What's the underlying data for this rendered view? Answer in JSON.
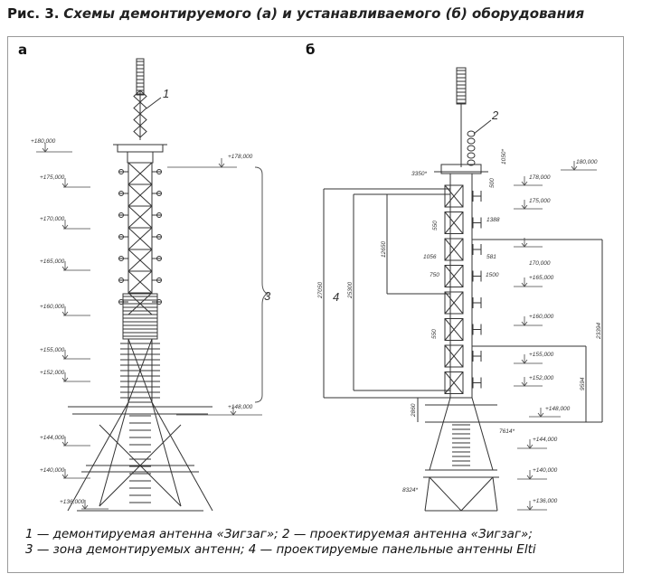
{
  "caption": {
    "number": "Рис. 3.",
    "title": "Схемы демонтируемого (а) и устанавливаемого (б) оборудования"
  },
  "panels": {
    "a": {
      "label": "а",
      "callouts": {
        "antenna": "1",
        "zone": "3"
      },
      "elevations": [
        "+180,000",
        "+175,000",
        "+170,000",
        "+165,000",
        "+160,000",
        "+155,000",
        "+152,000",
        "+144,000",
        "+140,000",
        "+136,000"
      ],
      "elevation_right_top": "+178,000",
      "elevation_right_bottom": "+148,000"
    },
    "b": {
      "label": "б",
      "callouts": {
        "antenna": "2",
        "panels": "4"
      },
      "elevations": [
        "180,000",
        "178,000",
        "175,000",
        "170,000",
        "+165,000",
        "+160,000",
        "+155,000",
        "+152,000",
        "+148,000",
        "+144,000",
        "+140,000",
        "+136,000"
      ],
      "dimensions": {
        "d27050": "27050",
        "d25300": "25300",
        "d12650": "12650",
        "d23394": "23394",
        "d9594": "9594",
        "d2860": "2860",
        "d3350": "3350*",
        "d1050": "1050*",
        "d500": "500",
        "d1388": "1388",
        "d550a": "550",
        "d1056": "1056",
        "d581": "581",
        "d750": "750",
        "d1500": "1500",
        "d550b": "550",
        "d7614": "7614*",
        "d8324": "8324*"
      }
    }
  },
  "legend": {
    "line1": "1 — демонтируемая антенна «Зигзаг»; 2 — проектируемая антенна «Зигзаг»;",
    "line2": "3 — зона демонтируемых антенн; 4 — проектируемые панельные антенны Elti"
  }
}
